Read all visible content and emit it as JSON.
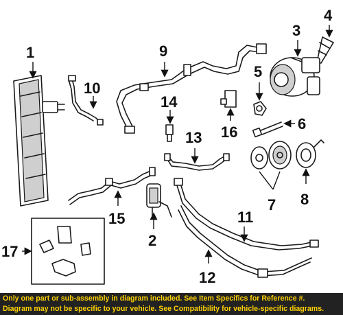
{
  "callouts": {
    "c1": "1",
    "c2": "2",
    "c3": "3",
    "c4": "4",
    "c5": "5",
    "c6": "6",
    "c7": "7",
    "c8": "8",
    "c9": "9",
    "c10": "10",
    "c11": "11",
    "c12": "12",
    "c13": "13",
    "c14": "14",
    "c15": "15",
    "c16": "16",
    "c17": "17"
  },
  "disclaimer": {
    "line1": "Only one part or sub-assembly in diagram included. See Item Specifics for Reference #.",
    "line2": "Diagram may not be specific to your vehicle. See Compatibility for vehicle-specific diagrams."
  },
  "colors": {
    "banner_bg": "#222222",
    "banner_text": "#ffd200",
    "line_art": "#1a1a1a"
  }
}
